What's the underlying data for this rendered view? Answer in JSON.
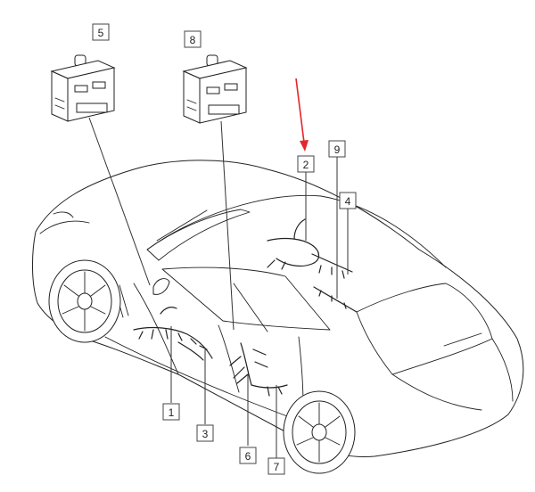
{
  "callouts": [
    {
      "id": "1",
      "label": "1",
      "highlighted": false
    },
    {
      "id": "2",
      "label": "2",
      "highlighted": true
    },
    {
      "id": "3",
      "label": "3",
      "highlighted": false
    },
    {
      "id": "4",
      "label": "4",
      "highlighted": false
    },
    {
      "id": "5",
      "label": "5",
      "highlighted": false
    },
    {
      "id": "6",
      "label": "6",
      "highlighted": false
    },
    {
      "id": "7",
      "label": "7",
      "highlighted": false
    },
    {
      "id": "8",
      "label": "8",
      "highlighted": false
    },
    {
      "id": "9",
      "label": "9",
      "highlighted": false
    }
  ],
  "colors": {
    "highlight": "#e5262b",
    "line": "#222222",
    "background": "#ffffff"
  }
}
